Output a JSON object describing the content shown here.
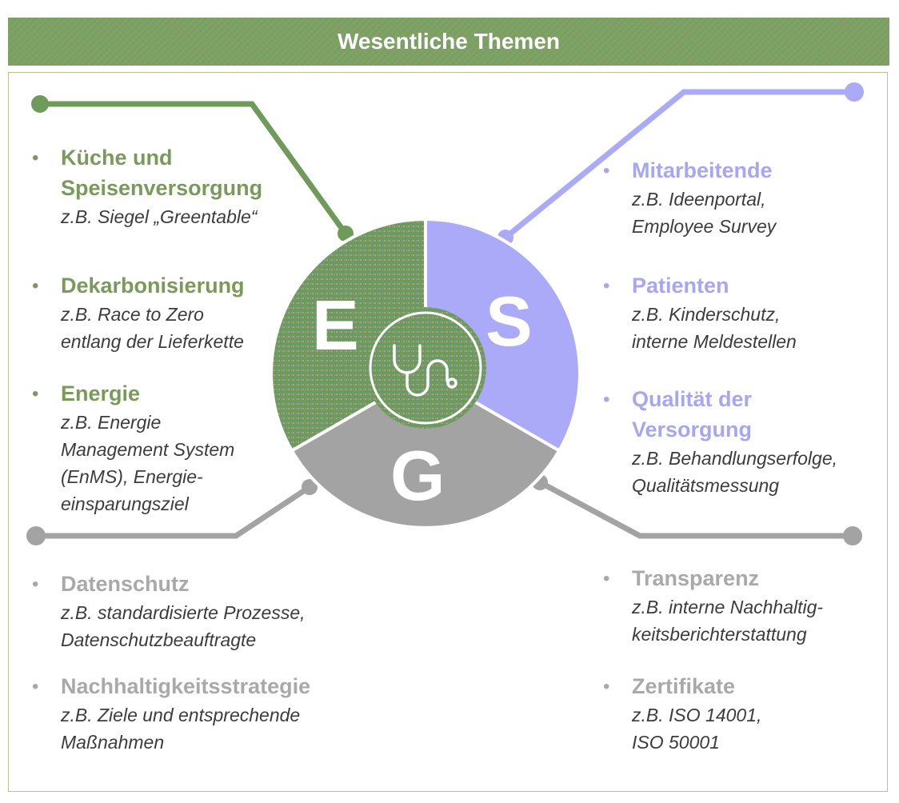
{
  "title": "Wesentliche Themen",
  "colors": {
    "environment": "#6f9a5a",
    "social": "#aaaaf8",
    "governance": "#a3a3a3"
  },
  "center_icon": "stethoscope-icon",
  "segments": {
    "e": "E",
    "s": "S",
    "g": "G"
  },
  "environment": [
    {
      "heading": [
        "Küche und",
        "Speisenversorgung"
      ],
      "detail": [
        "z.B. Siegel „Greentable“"
      ]
    },
    {
      "heading": [
        "Dekarbonisierung"
      ],
      "detail": [
        "z.B. Race to Zero",
        "entlang der Lieferkette"
      ]
    },
    {
      "heading": [
        "Energie"
      ],
      "detail": [
        "z.B. Energie",
        "Management System",
        "(EnMS), Energie-",
        "einsparungsziel"
      ]
    }
  ],
  "social": [
    {
      "heading": [
        "Mitarbeitende"
      ],
      "detail": [
        "z.B. Ideenportal,",
        "Employee Survey"
      ]
    },
    {
      "heading": [
        "Patienten"
      ],
      "detail": [
        "z.B. Kinderschutz,",
        "interne Meldestellen"
      ]
    },
    {
      "heading": [
        "Qualität der",
        "Versorgung"
      ],
      "detail": [
        "z.B. Behandlungserfolge,",
        "Qualitätsmessung"
      ]
    }
  ],
  "governance_left": [
    {
      "heading": [
        "Datenschutz"
      ],
      "detail": [
        "z.B. standardisierte Prozesse,",
        "Datenschutzbeauftragte"
      ]
    },
    {
      "heading": [
        "Nachhaltigkeitsstrategie"
      ],
      "detail": [
        "z.B. Ziele und entsprechende",
        "Maßnahmen"
      ]
    }
  ],
  "governance_right": [
    {
      "heading": [
        "Transparenz"
      ],
      "detail": [
        "z.B. interne Nachhaltig-",
        "keitsberichterstattung"
      ]
    },
    {
      "heading": [
        "Zertifikate"
      ],
      "detail": [
        "z.B. ISO 14001,",
        "ISO 50001"
      ]
    }
  ]
}
